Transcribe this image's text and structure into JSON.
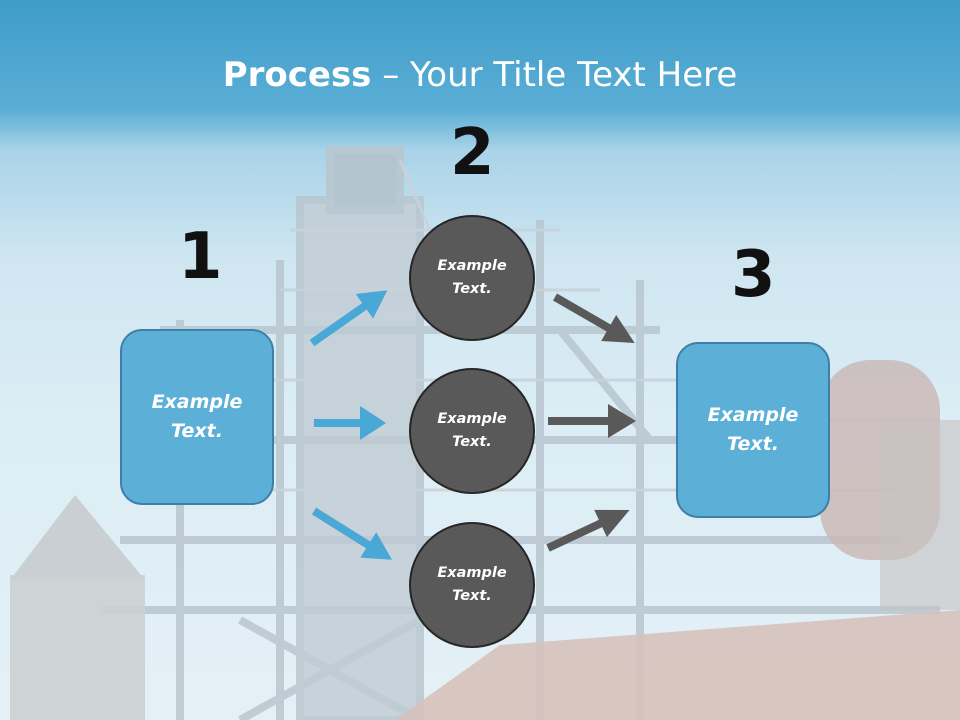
{
  "title": {
    "strong": "Process",
    "rest": " – Your Title Text Here"
  },
  "steps": [
    {
      "number": "1",
      "text_line1": "Example",
      "text_line2": "Text."
    },
    {
      "number": "2"
    },
    {
      "number": "3",
      "text_line1": "Example",
      "text_line2": "Text."
    }
  ],
  "circles": [
    {
      "text_line1": "Example",
      "text_line2": "Text."
    },
    {
      "text_line1": "Example",
      "text_line2": "Text."
    },
    {
      "text_line1": "Example",
      "text_line2": "Text."
    }
  ],
  "colors": {
    "box_fill": "#5cb0d7",
    "box_border": "#3d7fa6",
    "circle_fill": "#595959",
    "arrow_blue": "#4aa8d6",
    "arrow_dark": "#595959"
  }
}
